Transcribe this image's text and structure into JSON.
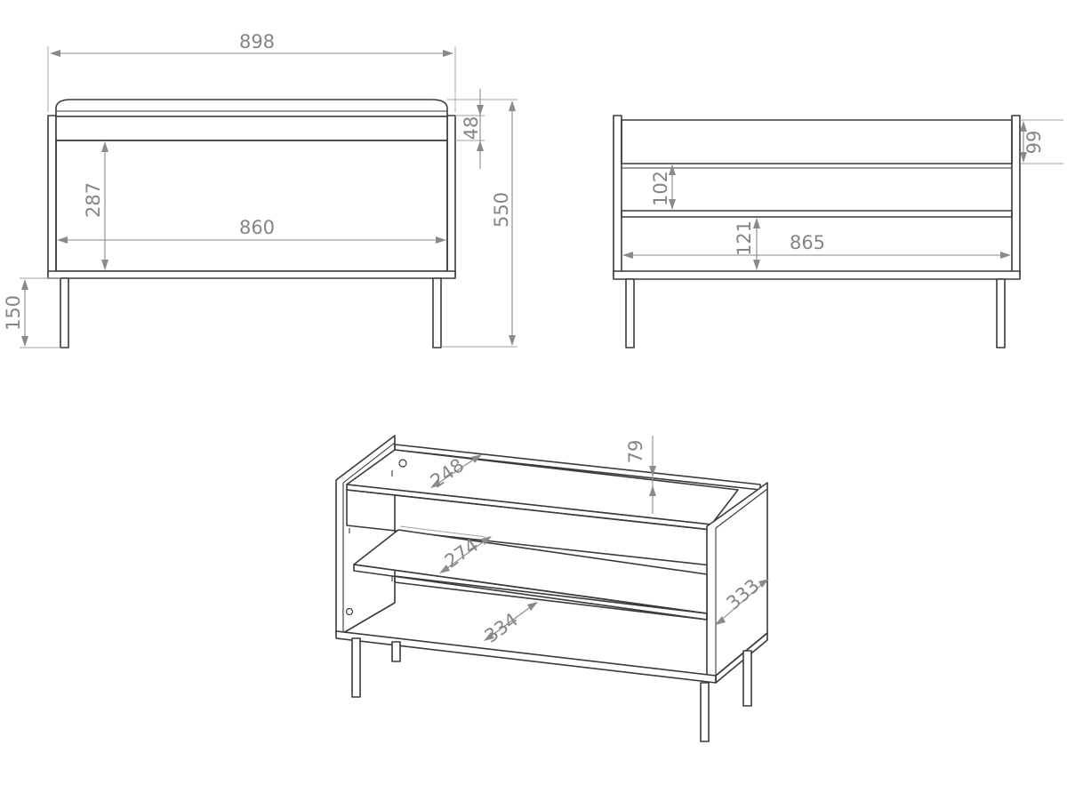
{
  "diagram": {
    "views": [
      "front-view",
      "back-view",
      "isometric-view"
    ],
    "dimensions": {
      "overall_width": "898",
      "seat_cushion_height": "48",
      "overall_height": "550",
      "inner_height": "287",
      "inner_width_front": "860",
      "leg_height": "150",
      "back_top_rail": "99",
      "back_upper_gap": "102",
      "back_lower_gap": "121",
      "inner_width_back": "865",
      "iso_top_depth": "248",
      "iso_top_gap": "79",
      "iso_shelf_depth": "274",
      "iso_bottom_depth": "334",
      "iso_side_depth": "333"
    },
    "colors": {
      "line": "#3a3a3a",
      "dimension": "#8a8a8a",
      "background": "#ffffff"
    }
  }
}
